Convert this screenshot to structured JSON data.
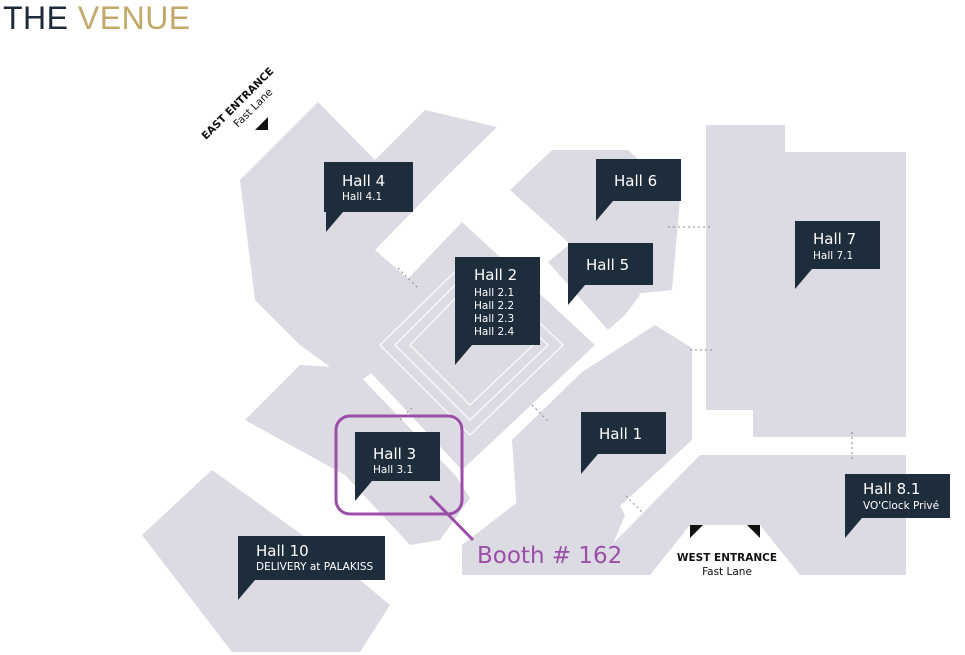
{
  "header": {
    "title_part1": "THE",
    "title_part2": "VENUE"
  },
  "colors": {
    "building": "#dcdae2",
    "label_bg": "#1e2d3b",
    "accent": "#9b4ea8",
    "title_dark": "#1d2a3a",
    "title_gold": "#c3a869"
  },
  "halls": {
    "hall4": {
      "title": "Hall 4",
      "subs": [
        "Hall 4.1"
      ]
    },
    "hall6": {
      "title": "Hall 6",
      "subs": []
    },
    "hall7": {
      "title": "Hall 7",
      "subs": [
        "Hall 7.1"
      ]
    },
    "hall5": {
      "title": "Hall 5",
      "subs": []
    },
    "hall2": {
      "title": "Hall 2",
      "subs": [
        "Hall 2.1",
        "Hall 2.2",
        "Hall 2.3",
        "Hall 2.4"
      ]
    },
    "hall1": {
      "title": "Hall 1",
      "subs": []
    },
    "hall3": {
      "title": "Hall 3",
      "subs": [
        "Hall 3.1"
      ]
    },
    "hall81": {
      "title": "Hall 8.1",
      "subs": [
        "VO'Clock Privé"
      ]
    },
    "hall10": {
      "title": "Hall 10",
      "subs": [
        "DELIVERY at PALAKISS"
      ]
    }
  },
  "entrances": {
    "east": {
      "title": "EAST ENTRANCE",
      "subtitle": "Fast Lane"
    },
    "west": {
      "title": "WEST ENTRANCE",
      "subtitle": "Fast Lane"
    }
  },
  "booth": {
    "label": "Booth # 162"
  }
}
